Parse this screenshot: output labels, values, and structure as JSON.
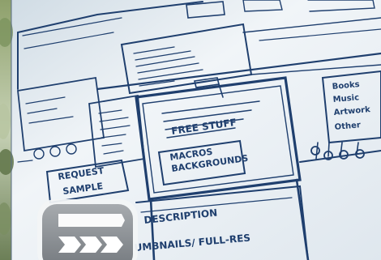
{
  "photo": {
    "sketch_labels": {
      "request_sample": [
        "REQUEST",
        "SAMPLE"
      ],
      "macros_backgrounds": [
        "MACROS",
        "BACKGROUNDS"
      ],
      "free_stuff": "FREE STUFF",
      "description": "DESCRIPTION",
      "thumbnails_fullres": "UMBNAILS/ FULL-RES",
      "books": "Books",
      "music": "Music",
      "artwork": "Artwork",
      "other": "Other"
    },
    "overlay": {
      "icon": "fast-forward-arrows-icon",
      "colors": {
        "badge_fill": "#8a8f93",
        "badge_border": "#f2f4f6",
        "arrow": "#ffffff"
      }
    },
    "colors": {
      "paper": "#f3f6f8",
      "ink": "#1f3f6e",
      "foliage": "#6f8a52"
    }
  }
}
